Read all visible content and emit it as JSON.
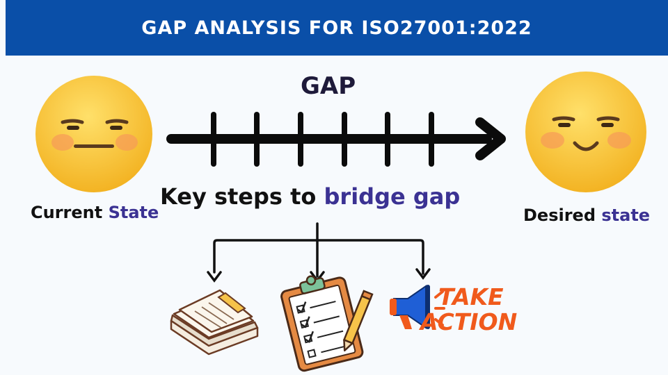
{
  "header": {
    "title": "GAP ANALYSIS FOR ISO27001:2022"
  },
  "gap_label": "GAP",
  "current_state": {
    "word1": "Current",
    "word2": "State"
  },
  "desired_state": {
    "word1": "Desired",
    "word2": "state"
  },
  "steps": {
    "part1": "Key steps to",
    "part2": "bridge gap"
  },
  "take_action": {
    "line1": "TAKE",
    "line2": "ACTION"
  },
  "icons": [
    "neutral-face-icon",
    "smiling-face-icon",
    "documents-icon",
    "checklist-clipboard-icon",
    "megaphone-icon"
  ],
  "colors": {
    "header_bg": "#0a4fa8",
    "accent_text": "#3b3293",
    "face_yellow": "#f7c531",
    "take_action": "#f05a1c"
  }
}
